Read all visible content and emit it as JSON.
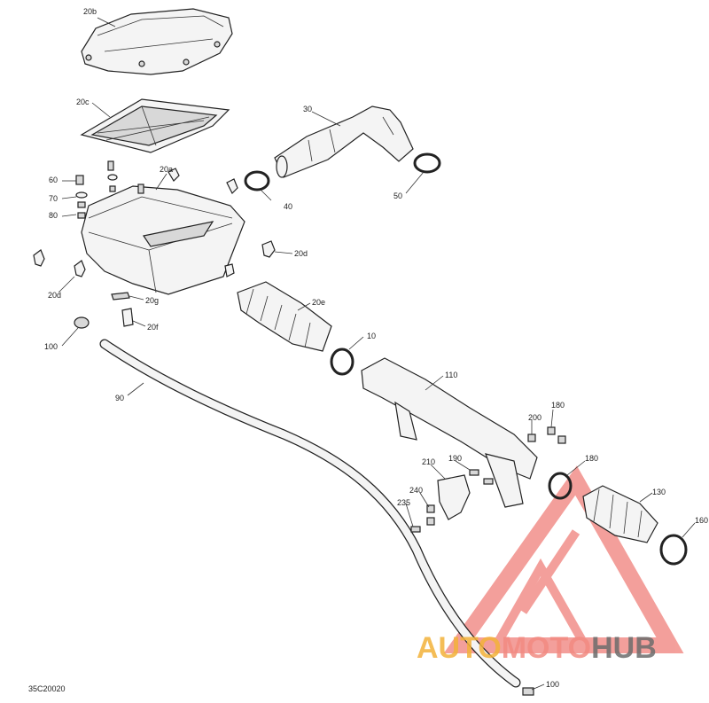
{
  "diagram": {
    "code": "35C20020",
    "labels": {
      "p20b": "20b",
      "p20c": "20c",
      "p20a": "20a",
      "p30": "30",
      "p40": "40",
      "p50": "50",
      "p60": "60",
      "p70": "70",
      "p80": "80",
      "p20d_right": "20d",
      "p20d_left": "20d",
      "p20g": "20g",
      "p20f": "20f",
      "p20e": "20e",
      "p10": "10",
      "p100_left": "100",
      "p90": "90",
      "p110": "110",
      "p180_top": "180",
      "p200": "200",
      "p210": "210",
      "p190": "190",
      "p180_mid": "180",
      "p130": "130",
      "p240": "240",
      "p235": "235",
      "p160": "160",
      "p100_bottom": "100"
    }
  },
  "watermark": {
    "part1": "AUTO",
    "part2": "MOTO",
    "part3": "HUB",
    "colors": {
      "auto": "#f3b23a",
      "moto": "#f28b82",
      "hub": "#6d6d6d",
      "logo": "#f0807a"
    }
  }
}
